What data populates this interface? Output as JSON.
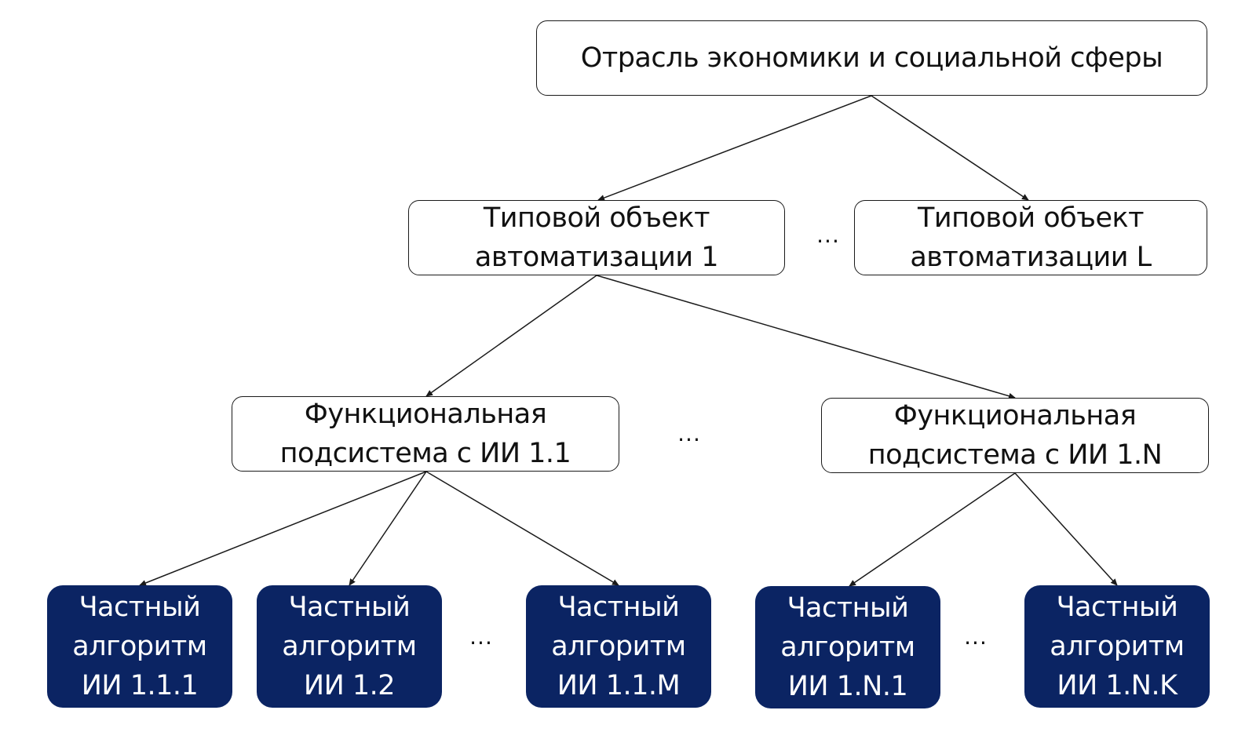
{
  "colors": {
    "filled_box": "#0b2463",
    "line": "#1a1a1a"
  },
  "nodes": {
    "root": "Отрасль экономики и социальной сферы",
    "object_1": "Типовой объект\nавтоматизации 1",
    "object_l": "Типовой объект\nавтоматизации L",
    "subsystem_1_1": "Функциональная\nподсистема с ИИ 1.1",
    "subsystem_1_n": "Функциональная\nподсистема с ИИ 1.N",
    "algo_1_1_1": "Частный\nалгоритм\nИИ 1.1.1",
    "algo_1_2": "Частный\nалгоритм\nИИ 1.2",
    "algo_1_1_m": "Частный\nалгоритм\nИИ 1.1.M",
    "algo_1_n_1": "Частный\nалгоритм\nИИ 1.N.1",
    "algo_1_n_k": "Частный\nалгоритм\nИИ 1.N.K"
  },
  "ellipsis": "..."
}
